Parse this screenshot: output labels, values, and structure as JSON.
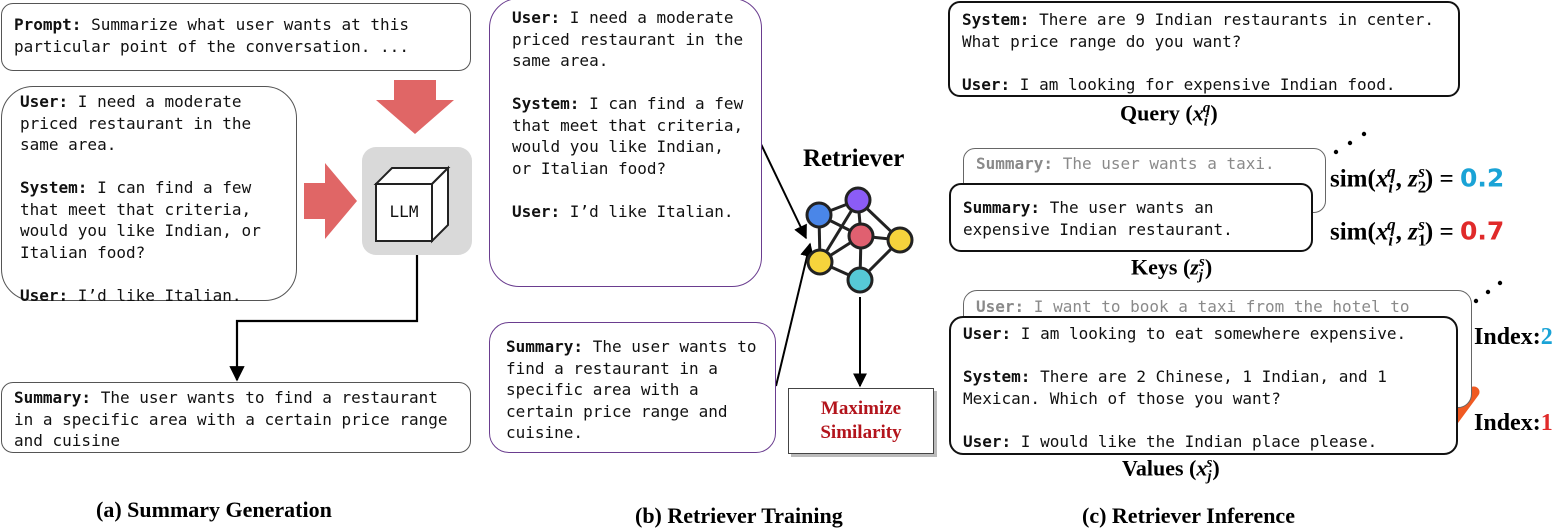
{
  "panel_a": {
    "prompt_key": "Prompt:",
    "prompt_text": " Summarize what user wants at this particular point of the conversation. ...",
    "dialogue": [
      {
        "speaker": "User:",
        "text": " I need a moderate priced restaurant in the same area."
      },
      {
        "speaker": "System:",
        "text": " I can find a few that meet that criteria, would you like Indian, or Italian food?"
      },
      {
        "speaker": "User:",
        "text": " I’d like Italian."
      }
    ],
    "llm_label": "LLM",
    "summary_key": "Summary:",
    "summary_text": " The user wants to find a restaurant in a specific area with a certain price range and cuisine",
    "caption": "(a) Summary Generation"
  },
  "panel_b": {
    "dialogue": [
      {
        "speaker": "User:",
        "text": " I need a moderate priced restaurant in the same area."
      },
      {
        "speaker": "System:",
        "text": " I can find a few that meet that criteria, would you like Indian, or Italian food?"
      },
      {
        "speaker": "User:",
        "text": " I’d like Italian."
      }
    ],
    "summary_key": "Summary:",
    "summary_text": " The user wants to find a restaurant in a specific area with a certain price range and cuisine.",
    "retriever_label": "Retriever",
    "objective_line1": "Maximize",
    "objective_line2": "Similarity",
    "caption": "(b) Retriever Training"
  },
  "panel_c": {
    "query": [
      {
        "speaker": "System:",
        "text": " There are 9 Indian restaurants in center. What price range do you want?"
      },
      {
        "speaker": "User:",
        "text": " I am looking for expensive Indian food."
      }
    ],
    "query_label": "Query",
    "key_back_key": "Summary:",
    "key_back_text": " The user wants a taxi.",
    "key_front_key": "Summary:",
    "key_front_text": " The user wants an expensive Indian restaurant.",
    "keys_label": "Keys",
    "sim_func": "sim",
    "sim_2_value": "0.2",
    "sim_1_value": "0.7",
    "value_back_key": "User:",
    "value_back_text": " I want to book a taxi from the hotel to",
    "value_front": [
      {
        "speaker": "User:",
        "text": " I am looking to eat somewhere expensive."
      },
      {
        "speaker": "System:",
        "text": " There are 2 Chinese, 1 Indian, and 1 Mexican.  Which of those you want?"
      },
      {
        "speaker": "User:",
        "text": " I would like the Indian place please."
      }
    ],
    "values_label": "Values",
    "index_2_label": "Index:",
    "index_2_value": "2",
    "index_1_label": "Index:",
    "index_1_value": "1",
    "caption": "(c) Retriever Inference"
  },
  "colors": {
    "arrow_fill": "#e06666",
    "node_blue": "#4a86e8",
    "node_purple": "#8b5cf6",
    "node_red": "#e06070",
    "node_yellow": "#f6d33c",
    "node_cyan": "#56c9d6",
    "value_blue": "#1aa3d6",
    "value_red": "#e02a2a",
    "checkmark": "#f05a22",
    "similarity_text": "#b3141c"
  }
}
